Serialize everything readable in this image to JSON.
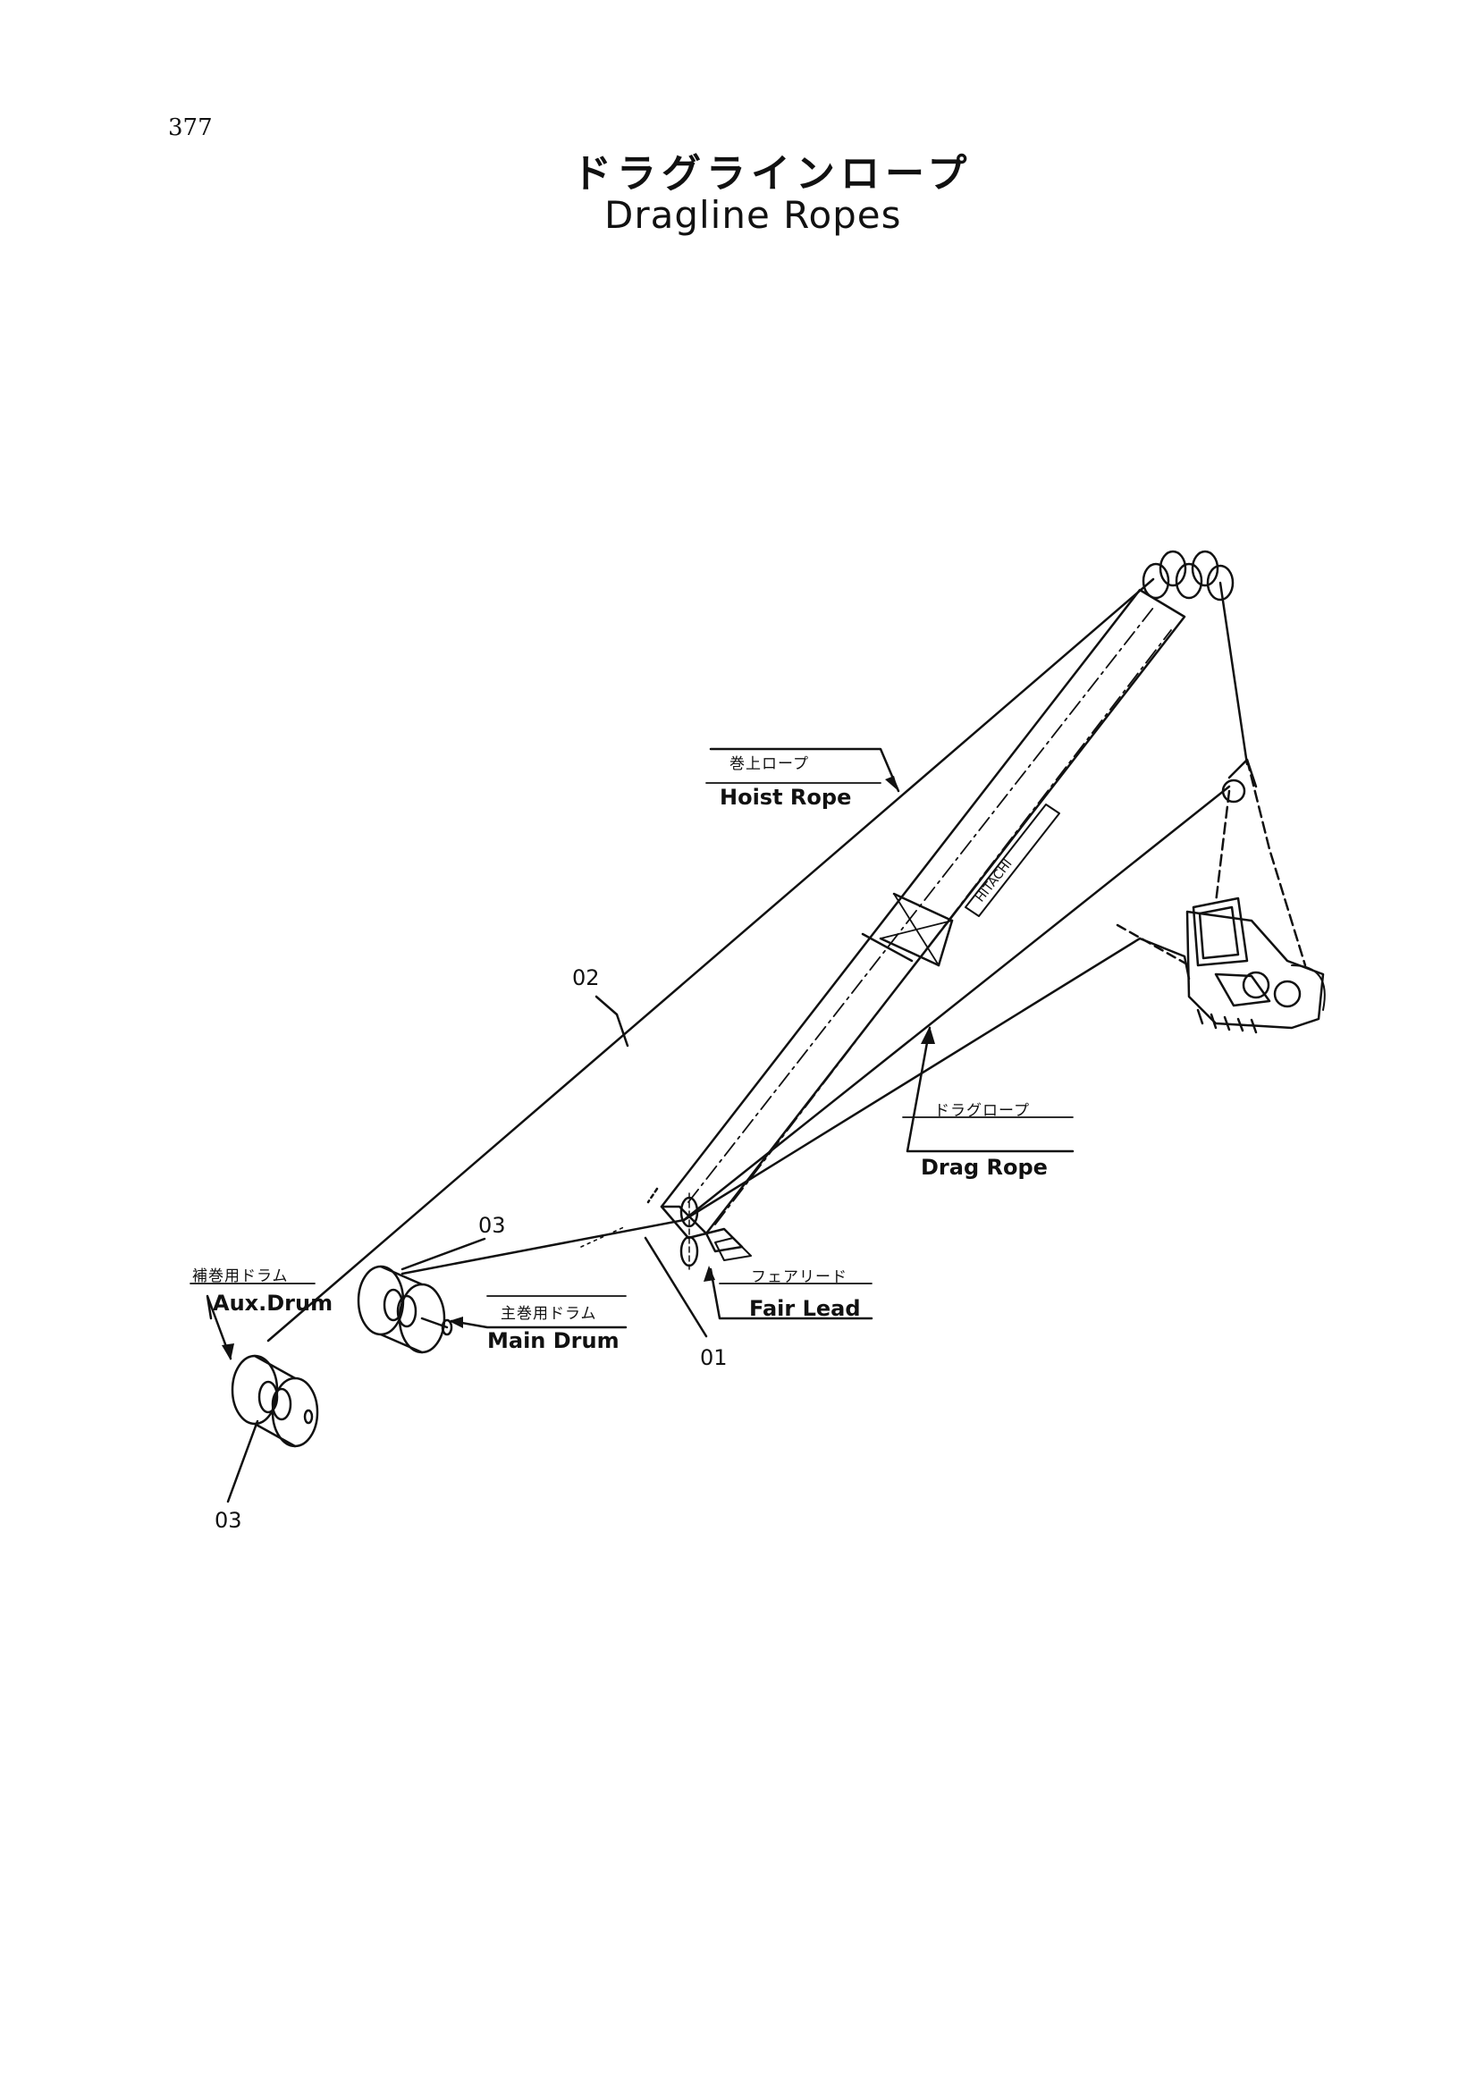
{
  "page_number": "377",
  "title_jp": "ドラグラインロープ",
  "title_en": "Dragline Ropes",
  "labels": {
    "hoist_rope_jp": "巻上ロープ",
    "hoist_rope_en": "Hoist Rope",
    "drag_rope_jp": "ドラグロープ",
    "drag_rope_en": "Drag Rope",
    "fair_lead_jp": "フェアリード",
    "fair_lead_en": "Fair Lead",
    "aux_drum_jp": "補巻用ドラム",
    "aux_drum_en": "Aux.Drum",
    "main_drum_jp": "主巻用ドラム",
    "main_drum_en": "Main Drum",
    "boom_brand": "HITACHI"
  },
  "callouts": {
    "c02": "02",
    "c03_main": "03",
    "c03_aux": "03",
    "c01": "01"
  }
}
